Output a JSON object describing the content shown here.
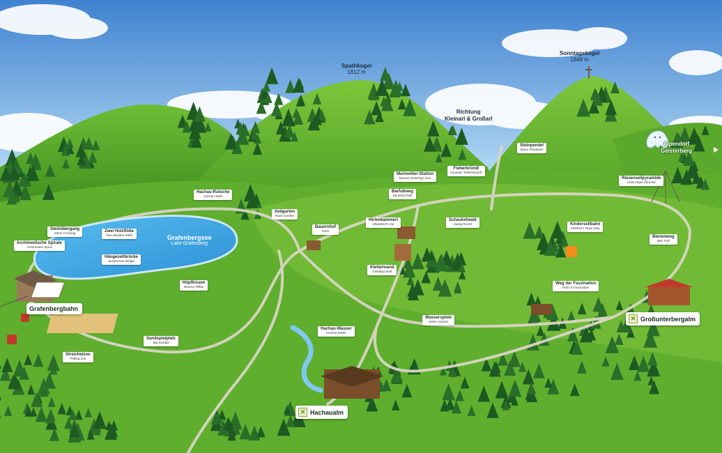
{
  "peaks": {
    "spathkogel": {
      "name": "Spathkogel",
      "height": "1812 m"
    },
    "sonntagskogel": {
      "name": "Sonntagskogel",
      "height": "1849 m"
    }
  },
  "directions": {
    "kleinarl": {
      "line1": "Richtung",
      "line2": "Kleinarl & Großarl"
    },
    "geisterberg": {
      "line1": "Alpendorf",
      "line2": "Geisterberg"
    }
  },
  "lake": {
    "name": "Grafenbergsee",
    "name_en": "Lake Grafenberg"
  },
  "stations": {
    "grafenbergbahn": "Grafenbergbahn",
    "grossunterbergalm": "Großunterbergalm",
    "hachaualm": "Hachaualm"
  },
  "labels": {
    "hachau_rutsche": {
      "de": "Hachau-Rutsche",
      "en": "Hachau Slide"
    },
    "steinuebergang": {
      "de": "Steinübergang",
      "en": "Stone Crossing"
    },
    "archimedische_spirale": {
      "de": "Archimedische Spirale",
      "en": "Archimedes Spiral"
    },
    "zwei_holzfloesse": {
      "de": "Zwei Holzflöße",
      "en": "Two Wooden Rafts"
    },
    "haengeseilbruecke": {
      "de": "Hängeseilbrücke",
      "en": "Suspension Bridge"
    },
    "huepfkissen": {
      "de": "Hüpfkissen",
      "en": "Bouncy Pillow"
    },
    "sandspielplatz": {
      "de": "Sandspielplatz",
      "en": "Big Sandpit"
    },
    "streichelzoo": {
      "de": "Streichelzoo",
      "en": "Petting Zoo"
    },
    "seilgarten": {
      "de": "Seilgarten",
      "en": "Rope Garden"
    },
    "bauernhof": {
      "de": "Bauernhof",
      "en": "Farm"
    },
    "hirtenkammerl": {
      "de": "Hirtenkammerl",
      "en": "Shepherd's Hut"
    },
    "kletterwand": {
      "de": "Kletterwand",
      "en": "Climbing Wall"
    },
    "murmeltier_station": {
      "de": "Murmeltier-Station",
      "en": "Marmot Watching Area"
    },
    "barfussweg": {
      "de": "Barfußweg",
      "en": "Barefoot Path"
    },
    "fieberbrunnl": {
      "de": "Fieberbründl",
      "en": "Fountain 'Fieberbründl'"
    },
    "steinpendel": {
      "de": "Steinpendel",
      "en": "Stone Pendulum"
    },
    "schaukelwald": {
      "de": "Schaukelwald",
      "en": "Swing Forest"
    },
    "riesenseilpyramide": {
      "de": "Riesenseilpyramide",
      "en": "Giant Rope Pyramid"
    },
    "kinderseilbahn": {
      "de": "Kinderseilbahn",
      "en": "Children's Rope Way"
    },
    "bienenweg": {
      "de": "Bienenweg",
      "en": "Bee Trail"
    },
    "weg_der_faszination": {
      "de": "Weg der Faszination",
      "en": "Path of Fascination"
    },
    "wasserspiele": {
      "de": "Wasserspiele",
      "en": "Water Games"
    },
    "hachau_wasser": {
      "de": "Hachau-Wasser",
      "en": "Hachau-Water"
    }
  },
  "colors": {
    "sky_top": "#4f8fd6",
    "sky_bottom": "#a9d1f2",
    "meadow": "#5fae2e",
    "meadow_light": "#8fcf45",
    "forest": "#1f5e24",
    "path": "#d9d6c4",
    "lake": "#3fa6e6",
    "station_icon": "#8aa23a"
  },
  "icons": [
    "summit-cross-icon",
    "ghost-icon",
    "arrow-right-icon",
    "cable-car-icon",
    "station-leaf-icon",
    "toilet-icon",
    "tree-icon"
  ]
}
